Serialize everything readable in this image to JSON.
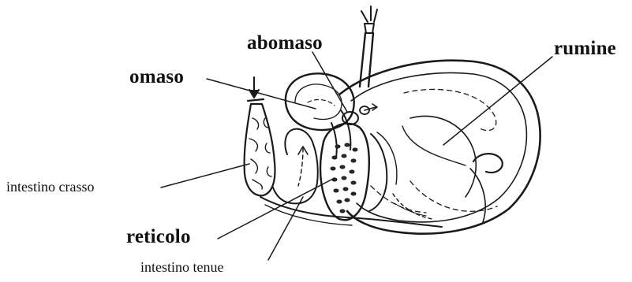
{
  "labels": {
    "omaso": "omaso",
    "abomaso": "abomaso",
    "rumine": "rumine",
    "intestino_crasso": "intestino crasso",
    "reticolo": "reticolo",
    "intestino_tenue": "intestino tenue"
  },
  "colors": {
    "ink": "#1a1a1a",
    "background": "#ffffff"
  }
}
